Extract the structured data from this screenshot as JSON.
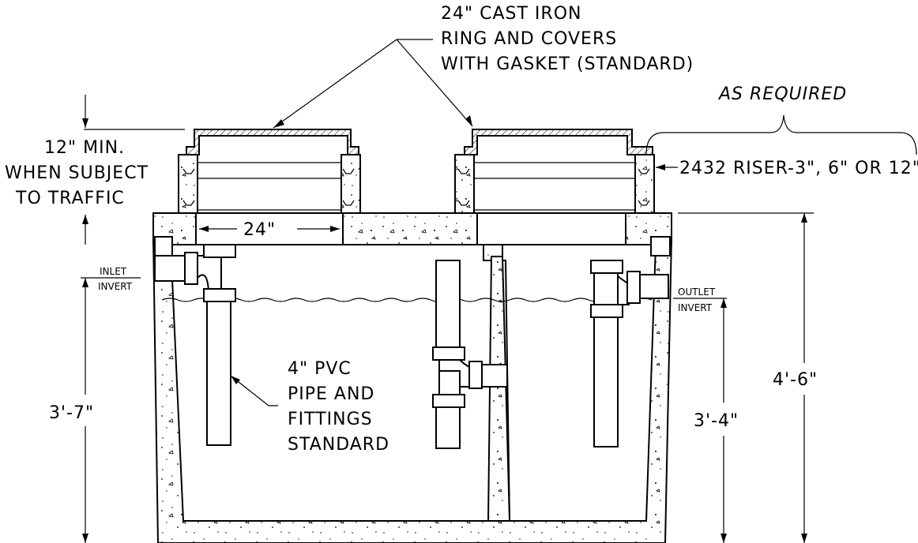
{
  "labels": {
    "cover_line1": "24\" CAST IRON",
    "cover_line2": "RING AND COVERS",
    "cover_line3": "WITH GASKET (STANDARD)",
    "as_required": "AS REQUIRED",
    "riser": "2432 RISER-3\", 6\" OR 12\"",
    "min_line1": "12\" MIN.",
    "min_line2": "WHEN SUBJECT",
    "min_line3": "TO TRAFFIC",
    "opening_width": "24\"",
    "inlet_top": "INLET",
    "inlet_bottom": "INVERT",
    "outlet_top": "OUTLET",
    "outlet_bottom": "INVERT",
    "pvc_line1": "4\" PVC",
    "pvc_line2": "PIPE AND",
    "pvc_line3": "FITTINGS",
    "pvc_line4": "STANDARD",
    "inlet_depth": "3'-7\"",
    "outlet_depth": "3'-4\"",
    "total_depth": "4'-6\""
  }
}
